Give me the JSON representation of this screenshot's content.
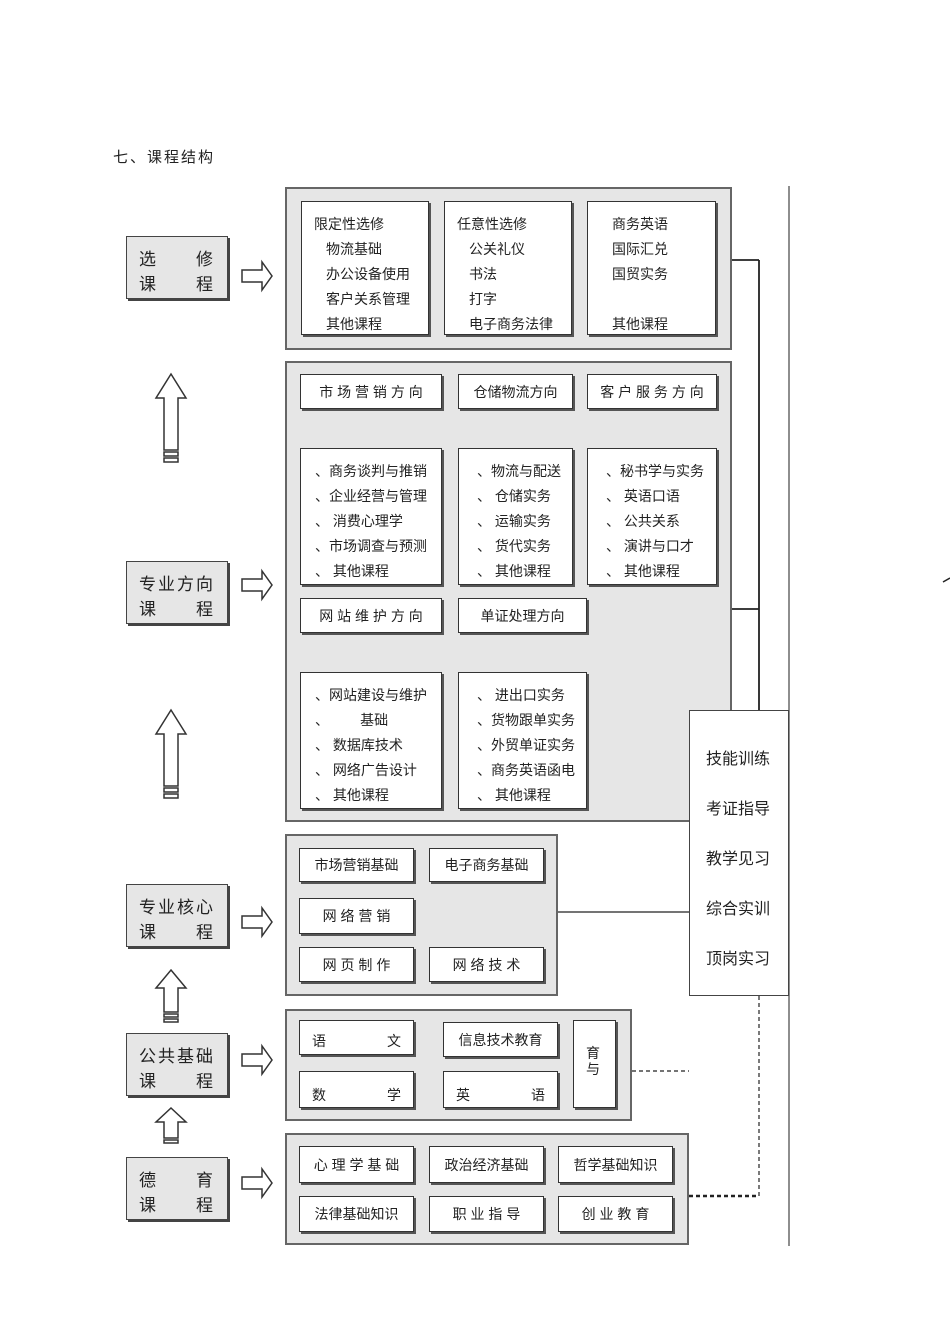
{
  "heading": "七、课程结构",
  "left_labels": {
    "elective": {
      "l1a": "选",
      "l1b": "修",
      "l2a": "课",
      "l2b": "程"
    },
    "direction": {
      "l1": "专业方向",
      "l2a": "课",
      "l2b": "程"
    },
    "core": {
      "l1": "专业核心",
      "l2a": "课",
      "l2b": "程"
    },
    "public": {
      "l1": "公共基础",
      "l2a": "课",
      "l2b": "程"
    },
    "moral": {
      "l1a": "德",
      "l1b": "育",
      "l2a": "课",
      "l2b": "程"
    }
  },
  "elective_panel": {
    "col1": {
      "title": "限定性选修",
      "items": [
        "物流基础",
        "办公设备使用",
        "客户关系管理",
        "其他课程"
      ]
    },
    "col2": {
      "title": "任意性选修",
      "items": [
        "公关礼仪",
        "书法",
        "打字",
        "电子商务法律"
      ]
    },
    "col3": {
      "items": [
        "商务英语",
        "国际汇兑",
        "国贸实务",
        "其他课程"
      ]
    }
  },
  "direction_panel": {
    "headers": [
      "市 场 营 销 方 向",
      "仓储物流方向",
      "客 户 服 务 方 向",
      "网 站 维 护 方 向",
      "单证处理方向"
    ],
    "marketing": [
      "、商务谈判与推销",
      "、企业经营与管理",
      "、 消费心理学",
      "、市场调查与预测",
      "、 其他课程"
    ],
    "logistics": [
      "、物流与配送",
      "、 仓储实务",
      "、 运输实务",
      "、 货代实务",
      "、 其他课程"
    ],
    "service": [
      "、秘书学与实务",
      "、 英语口语",
      "、 公共关系",
      "、 演讲与口才",
      "、 其他课程"
    ],
    "website": [
      "、网站建设与维护",
      "、        基础",
      "、 数据库技术",
      "、 网络广告设计",
      "、 其他课程"
    ],
    "documents": [
      "、 进出口实务",
      "、货物跟单实务",
      "、外贸单证实务",
      "、商务英语函电",
      "、 其他课程"
    ]
  },
  "core_panel": {
    "c1": "市场营销基础",
    "c2": "电子商务基础",
    "c3": "网 络 营 销",
    "c4": "网 页 制 作",
    "c5": "网 络 技 术"
  },
  "public_panel": {
    "yuwen": {
      "a": "语",
      "b": "文"
    },
    "info": "信息技术教育",
    "pe": {
      "a": "育",
      "b": "与"
    },
    "math": {
      "a": "数",
      "b": "学"
    },
    "english": {
      "a": "英",
      "b": "语"
    }
  },
  "moral_panel": {
    "c1": "心 理 学 基 础",
    "c2": "政治经济基础",
    "c3": "哲学基础知识",
    "c4": "法律基础知识",
    "c5": "职 业 指 导",
    "c6": "创 业 教 育"
  },
  "practice": [
    "技能训练",
    "考证指导",
    "教学见习",
    "综合实训",
    "顶岗实习"
  ]
}
